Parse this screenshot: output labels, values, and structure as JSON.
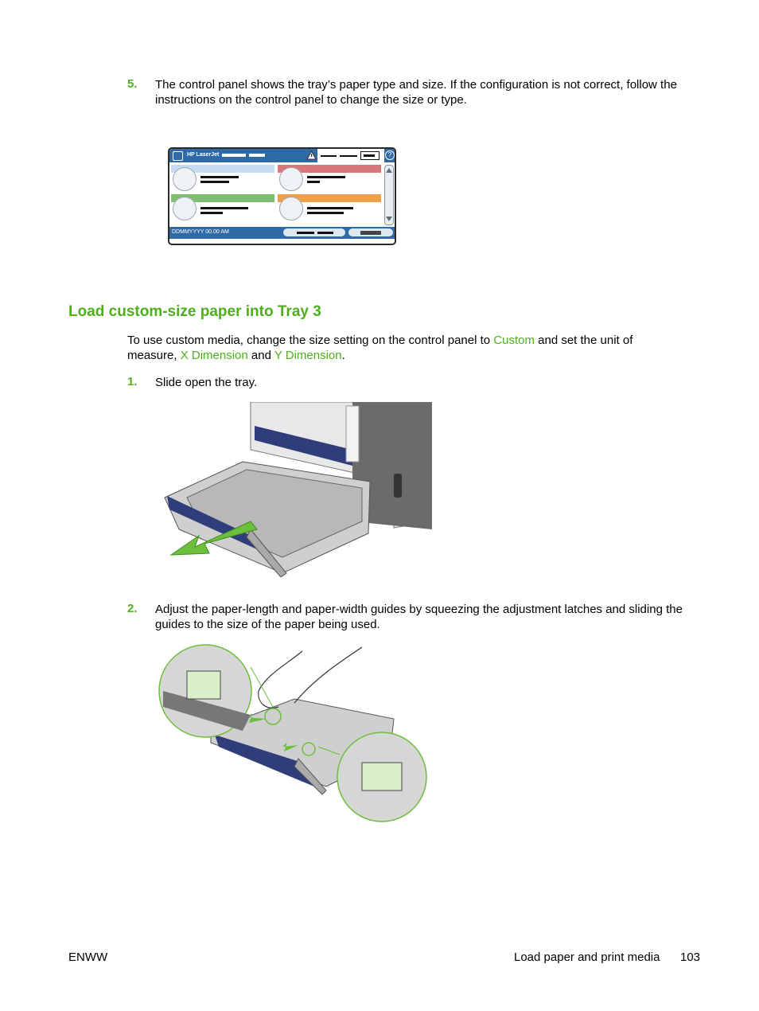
{
  "step5": {
    "number": "5.",
    "text": "The control panel shows the tray’s paper type and size. If the configuration is not correct, follow the instructions on the control panel to change the size or type."
  },
  "control_panel": {
    "brand": "HP LaserJet",
    "date_time": "DDMMYYYY   00.00 AM",
    "help_label": "?"
  },
  "section": {
    "title": "Load custom-size paper into Tray 3",
    "intro_a": "To use custom media, change the size setting on the control panel to ",
    "intro_custom": "Custom",
    "intro_b": " and set the unit of measure, ",
    "intro_x": "X Dimension",
    "intro_and": " and ",
    "intro_y": "Y Dimension",
    "intro_end": "."
  },
  "step1": {
    "number": "1.",
    "text": "Slide open the tray."
  },
  "step2": {
    "number": "2.",
    "text": "Adjust the paper-length and paper-width guides by squeezing the adjustment latches and sliding the guides to the size of the paper being used."
  },
  "footer": {
    "left": "ENWW",
    "right": "Load paper and print media",
    "page": "103"
  },
  "colors": {
    "accent": "#4eae1c",
    "panel_blue": "#2f6aa8"
  }
}
